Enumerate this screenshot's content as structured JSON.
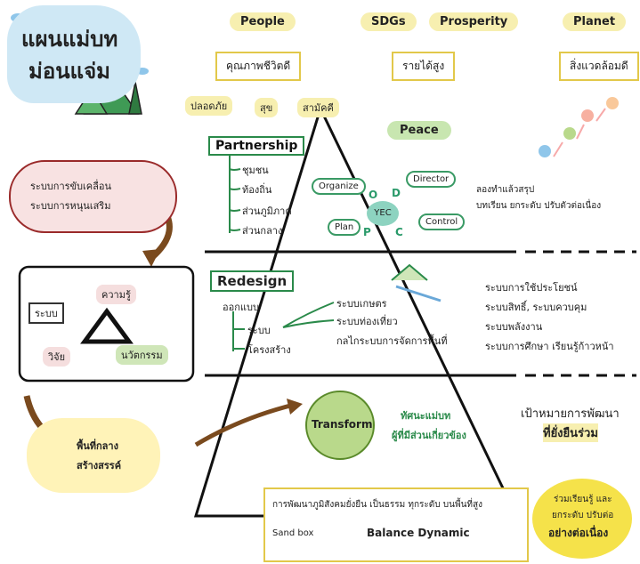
{
  "title": {
    "line1": "แผนแม่บท",
    "line2": "ม่อนแจ่ม"
  },
  "headers": {
    "people": "People",
    "sdgs": "SDGs",
    "prosperity": "Prosperity",
    "planet": "Planet"
  },
  "boxes": {
    "people": "คุณภาพชีวิตดี",
    "prosperity": "รายได้สูง",
    "planet": "สิ่งแวดล้อมดี"
  },
  "people_values": [
    "ปลอดภัย",
    "สุข",
    "สามัคคี"
  ],
  "peace": "Peace",
  "partnership": {
    "title": "Partnership",
    "items": [
      "ชุมชน",
      "ท้องถิ่น",
      "ส่วนภูมิภาค",
      "ส่วนกลาง"
    ]
  },
  "pdca": {
    "organize": "Organize",
    "director": "Director",
    "plan": "Plan",
    "control": "Control",
    "center": "YEC",
    "o": "O",
    "d": "D",
    "p": "P",
    "c": "C"
  },
  "learning": {
    "line1": "ลองทำแล้วสรุป",
    "line2": "บทเรียน ยกระดับ ปรับตัวต่อเนื่อง"
  },
  "drive": {
    "line1": "ระบบการขับเคลื่อน",
    "line2": "ระบบการหนุนเสริม"
  },
  "triangle": {
    "system": "ระบบ",
    "knowledge": "ความรู้",
    "research": "วิจัย",
    "innovation": "นวัตกรรม"
  },
  "space": {
    "line1": "พื้นที่กลาง",
    "line2": "สร้างสรรค์"
  },
  "redesign": {
    "title": "Redesign",
    "design": "ออกแบบ",
    "system": "ระบบ",
    "structure": "โครงสร้าง",
    "mid": [
      "ระบบเกษตร",
      "ระบบท่องเที่ยว",
      "กลไกระบบการจัดการพื้นที่"
    ],
    "right": [
      "ระบบการใช้ประโยชน์",
      "ระบบสิทธิ์, ระบบควบคุม",
      "ระบบพลังงาน",
      "ระบบการศึกษา เรียนรู้ก้าวหน้า"
    ]
  },
  "transform": "Transform",
  "vision": {
    "line1": "ทัศนะแม่บท",
    "line2": "ผู้ที่มีส่วนเกี่ยวข้อง"
  },
  "goal": {
    "line1": "เป้าหมายการพัฒนา",
    "line2": "ที่ยั่งยืนร่วม"
  },
  "bottom": {
    "bullet1": "การพัฒนาภูมิสังคมยั่งยืน เป็นธรรม ทุกระดับ บนพื้นที่สูง",
    "sandbox": "Sand box",
    "dynamic": "Balance Dynamic"
  },
  "bubble": {
    "line1": "ร่วมเรียนรู้ และ",
    "line2": "ยกระดับ ปรับต่อ",
    "line3": "อย่างต่อเนื่อง"
  },
  "colors": {
    "yellow": "#f7efb0",
    "green": "#2a8a4a",
    "brown": "#7a4a1e",
    "pink": "#f5dede"
  }
}
